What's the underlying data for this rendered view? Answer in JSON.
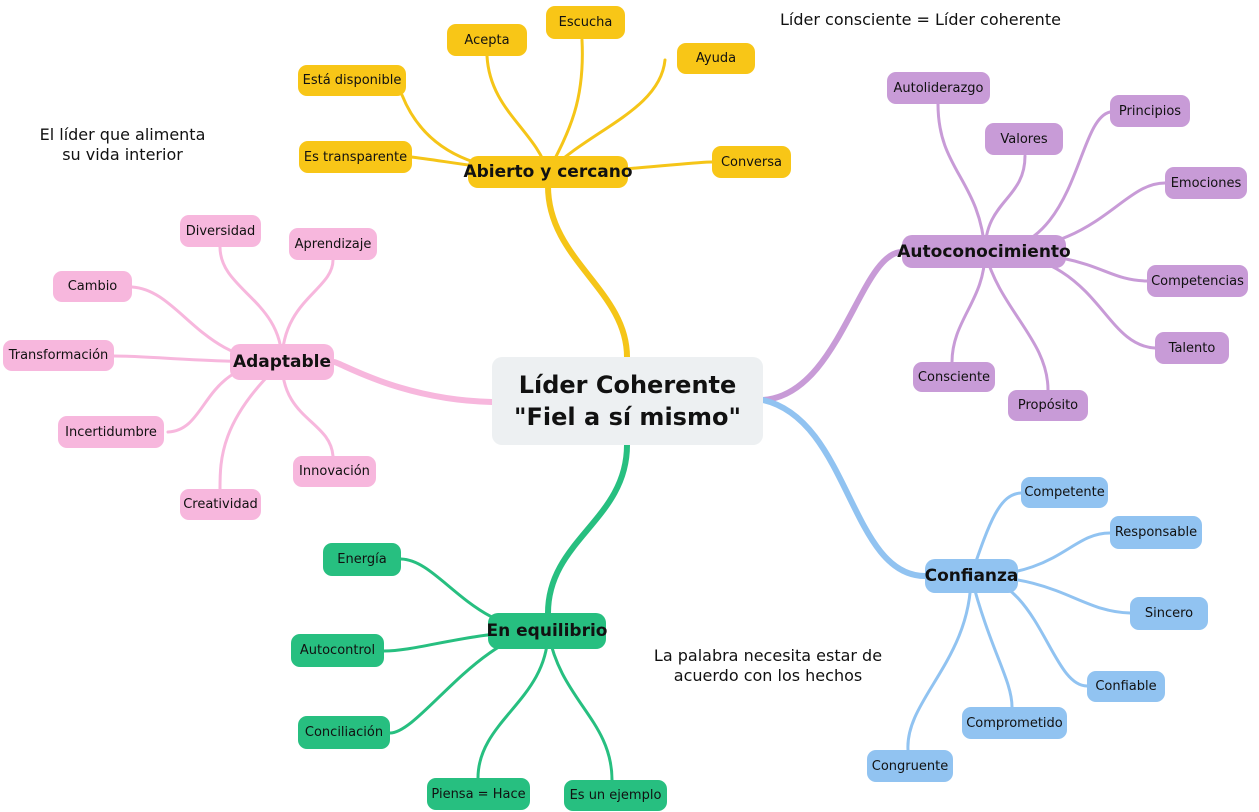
{
  "center": {
    "line1": "Líder Coherente",
    "line2": "\"Fiel a sí mismo\""
  },
  "notes": {
    "top": "Líder consciente = Líder coherente",
    "left_1": "El líder que alimenta",
    "left_2": "su vida interior",
    "bottom_1": "La palabra necesita estar de",
    "bottom_2": "acuerdo con los hechos"
  },
  "colors": {
    "yellow": "#f5c518",
    "purple": "#c89bd7",
    "blue": "#91c3f1",
    "green": "#27bf80",
    "pink": "#f7b7dd",
    "center": "#edf0f2"
  },
  "branches": {
    "abierto": {
      "label": "Abierto y cercano",
      "items": [
        "Está disponible",
        "Acepta",
        "Escucha",
        "Ayuda",
        "Es transparente",
        "Conversa"
      ]
    },
    "autoconocimiento": {
      "label": "Autoconocimiento",
      "items": [
        "Autoliderazgo",
        "Valores",
        "Principios",
        "Emociones",
        "Competencias",
        "Talento",
        "Consciente",
        "Propósito"
      ]
    },
    "confianza": {
      "label": "Confianza",
      "items": [
        "Competente",
        "Responsable",
        "Sincero",
        "Confiable",
        "Comprometido",
        "Congruente"
      ]
    },
    "equilibrio": {
      "label": "En equilibrio",
      "items": [
        "Energía",
        "Autocontrol",
        "Conciliación",
        "Piensa = Hace",
        "Es un ejemplo"
      ]
    },
    "adaptable": {
      "label": "Adaptable",
      "items": [
        "Diversidad",
        "Aprendizaje",
        "Cambio",
        "Transformación",
        "Incertidumbre",
        "Innovación",
        "Creatividad"
      ]
    }
  }
}
